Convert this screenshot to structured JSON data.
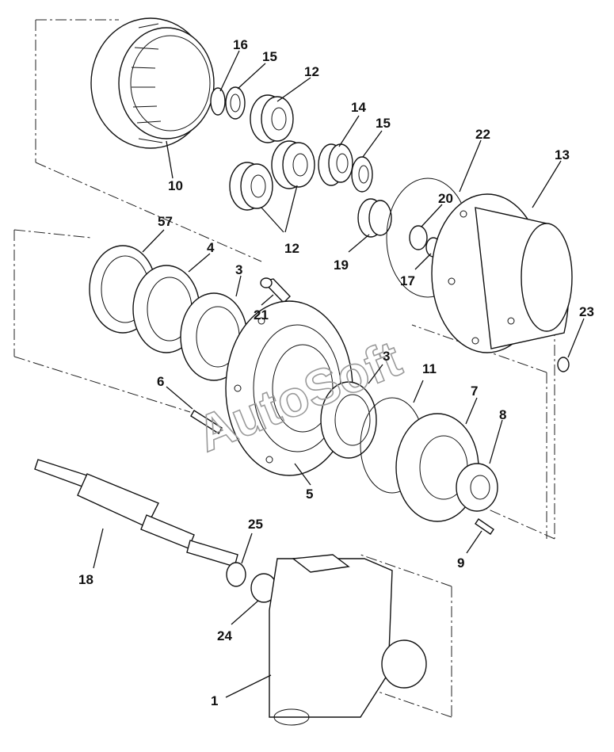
{
  "watermark": "AutoSoft",
  "callouts": [
    {
      "id": "c1",
      "label": "1"
    },
    {
      "id": "c3a",
      "label": "3"
    },
    {
      "id": "c3b",
      "label": "3"
    },
    {
      "id": "c4",
      "label": "4"
    },
    {
      "id": "c5",
      "label": "5"
    },
    {
      "id": "c6",
      "label": "6"
    },
    {
      "id": "c7",
      "label": "7"
    },
    {
      "id": "c8",
      "label": "8"
    },
    {
      "id": "c9",
      "label": "9"
    },
    {
      "id": "c10",
      "label": "10"
    },
    {
      "id": "c11",
      "label": "11"
    },
    {
      "id": "c12a",
      "label": "12"
    },
    {
      "id": "c12b",
      "label": "12"
    },
    {
      "id": "c13",
      "label": "13"
    },
    {
      "id": "c14",
      "label": "14"
    },
    {
      "id": "c15a",
      "label": "15"
    },
    {
      "id": "c15b",
      "label": "15"
    },
    {
      "id": "c16",
      "label": "16"
    },
    {
      "id": "c17",
      "label": "17"
    },
    {
      "id": "c18",
      "label": "18"
    },
    {
      "id": "c19",
      "label": "19"
    },
    {
      "id": "c20",
      "label": "20"
    },
    {
      "id": "c21",
      "label": "21"
    },
    {
      "id": "c22",
      "label": "22"
    },
    {
      "id": "c23",
      "label": "23"
    },
    {
      "id": "c24",
      "label": "24"
    },
    {
      "id": "c25",
      "label": "25"
    },
    {
      "id": "c57",
      "label": "57"
    }
  ]
}
